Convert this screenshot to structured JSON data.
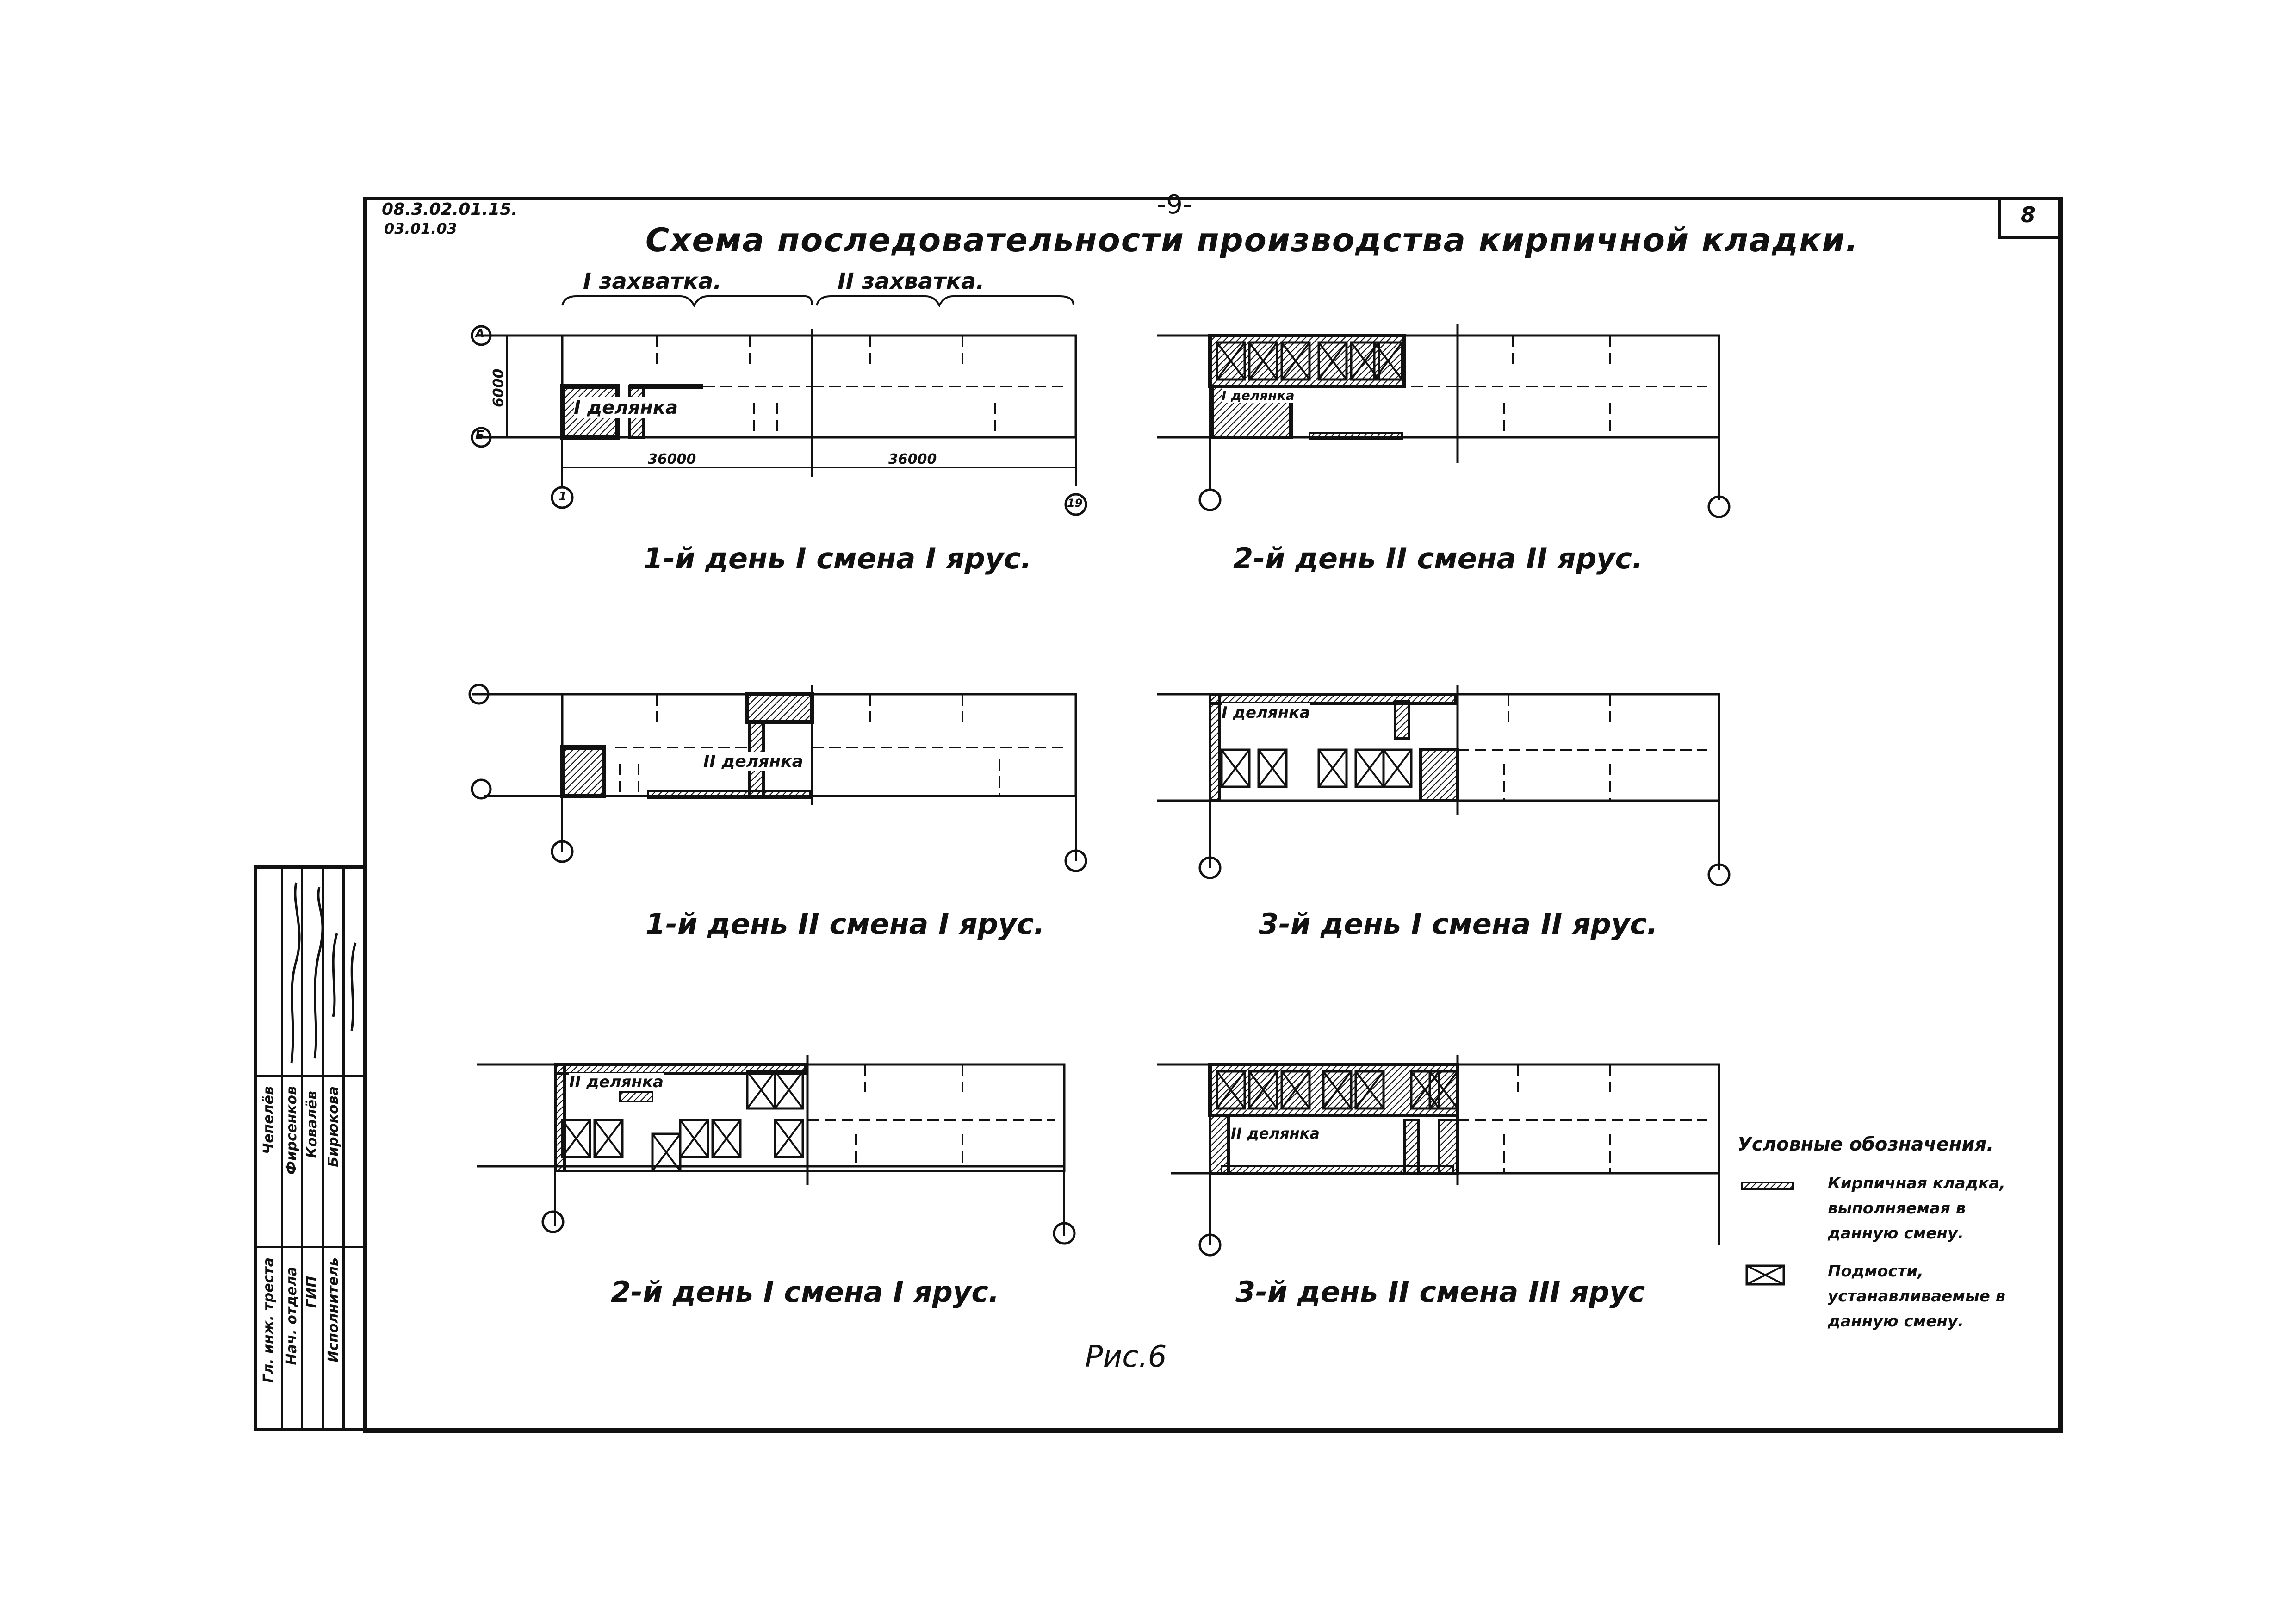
{
  "header": {
    "doc_code_line1": "08.3.02.01.15.",
    "doc_code_line2": "03.01.03",
    "page_marker": "-9-",
    "sheet_number": "8",
    "title": "Схема последовательности производства кирпичной кладки."
  },
  "grip_labels": {
    "grip1": "I захватка.",
    "grip2": "II захватка."
  },
  "dimensions": {
    "height": "6000",
    "length1": "36000",
    "length2": "36000"
  },
  "axes": {
    "row_a": "А",
    "row_b": "Б",
    "col_start": "1",
    "col_end": "19"
  },
  "diagrams": [
    {
      "caption": "1-й день I смена I ярус.",
      "inner_label": "I делянка"
    },
    {
      "caption": "2-й день II смена II ярус.",
      "inner_label": "I делянка"
    },
    {
      "caption": "1-й день II смена I ярус.",
      "inner_label": "II делянка"
    },
    {
      "caption": "3-й день I смена II ярус.",
      "inner_label": "I делянка"
    },
    {
      "caption": "2-й день I смена I ярус.",
      "inner_label": "II делянка"
    },
    {
      "caption": "3-й день II смена III ярус",
      "inner_label": "II делянка"
    }
  ],
  "legend": {
    "title": "Условные обозначения.",
    "items": [
      {
        "symbol": "hatched-wall",
        "text": "Кирпичная кладка, выполняемая в данную смену."
      },
      {
        "symbol": "scaffold-cross",
        "text": "Подмости, устанавливаемые в данную смену."
      }
    ]
  },
  "figure_label": "Рис.6",
  "stamp": {
    "roles": [
      "Нач. отдела",
      "ГИП",
      "Исполнитель"
    ],
    "names": [
      "Фирсенков",
      "Ковалёв",
      "Бирюкова"
    ],
    "extra_role": "Гл. инж. треста",
    "extra_name": "Чепелёв"
  },
  "colors": {
    "ink": "#111111",
    "paper": "#ffffff"
  }
}
